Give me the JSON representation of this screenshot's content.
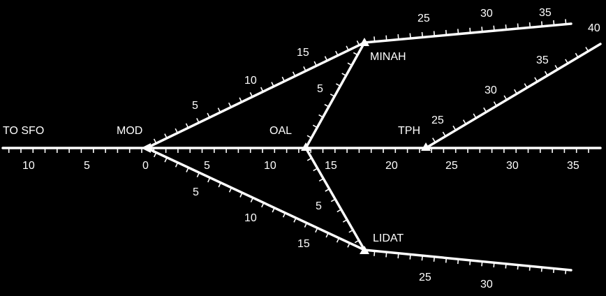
{
  "diagram": {
    "background": "#000000",
    "foreground": "#ffffff",
    "title_left": "TO SFO",
    "fixes": [
      {
        "id": "mod",
        "label": "MOD"
      },
      {
        "id": "oal",
        "label": "OAL"
      },
      {
        "id": "tph",
        "label": "TPH"
      },
      {
        "id": "minah",
        "label": "MINAH"
      },
      {
        "id": "lidat",
        "label": "LIDAT"
      }
    ],
    "routes": [
      {
        "id": "sfo-main",
        "labels": [
          "10",
          "5",
          "0",
          "5",
          "10",
          "15",
          "20",
          "25",
          "30",
          "35"
        ]
      },
      {
        "id": "mod-minah",
        "labels": [
          "5",
          "10",
          "15"
        ]
      },
      {
        "id": "minah-east",
        "labels": [
          "25",
          "30",
          "35"
        ]
      },
      {
        "id": "oal-minah",
        "labels": [
          "5"
        ]
      },
      {
        "id": "tph-ne",
        "labels": [
          "25",
          "30",
          "35",
          "40"
        ]
      },
      {
        "id": "mod-lidat",
        "labels": [
          "5",
          "10",
          "15"
        ]
      },
      {
        "id": "oal-lidat",
        "labels": [
          "5"
        ]
      },
      {
        "id": "lidat-east",
        "labels": [
          "25",
          "30"
        ]
      }
    ]
  }
}
